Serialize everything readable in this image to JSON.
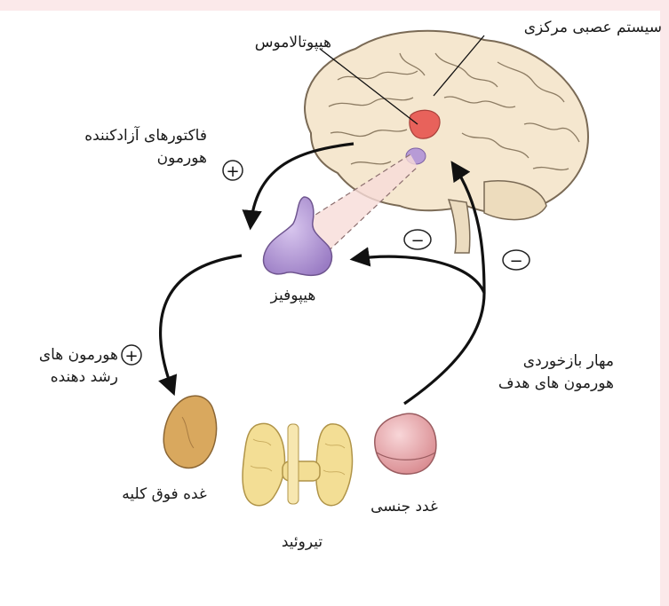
{
  "labels": {
    "cns": "سیستم عصبی مرکزی",
    "hypothalamus": "هیپوتالاموس",
    "releasing_line1": "فاکتورهای آزادکننده",
    "releasing_line2": "هورمون",
    "pituitary": "هیپوفیز",
    "growth_line1": "هورمون های",
    "growth_line2": "رشد دهنده",
    "feedback_line1": "مهار بازخوردی",
    "feedback_line2": "هورمون های هدف",
    "adrenal": "غده فوق کلیه",
    "thyroid": "تیروئید",
    "gonad": "غدد جنسی"
  },
  "signs": {
    "plus": "+",
    "minus": "−"
  },
  "colors": {
    "frame": "#fbe9ea",
    "brain": "#f5e7cf",
    "brain_outline": "#7a6a55",
    "hypothalamus": "#e8625b",
    "pituitary": "#b79bd6",
    "adrenal": "#d9a85e",
    "thyroid": "#f0d98a",
    "gonad": "#e7a5a8",
    "arrow": "#111111"
  }
}
